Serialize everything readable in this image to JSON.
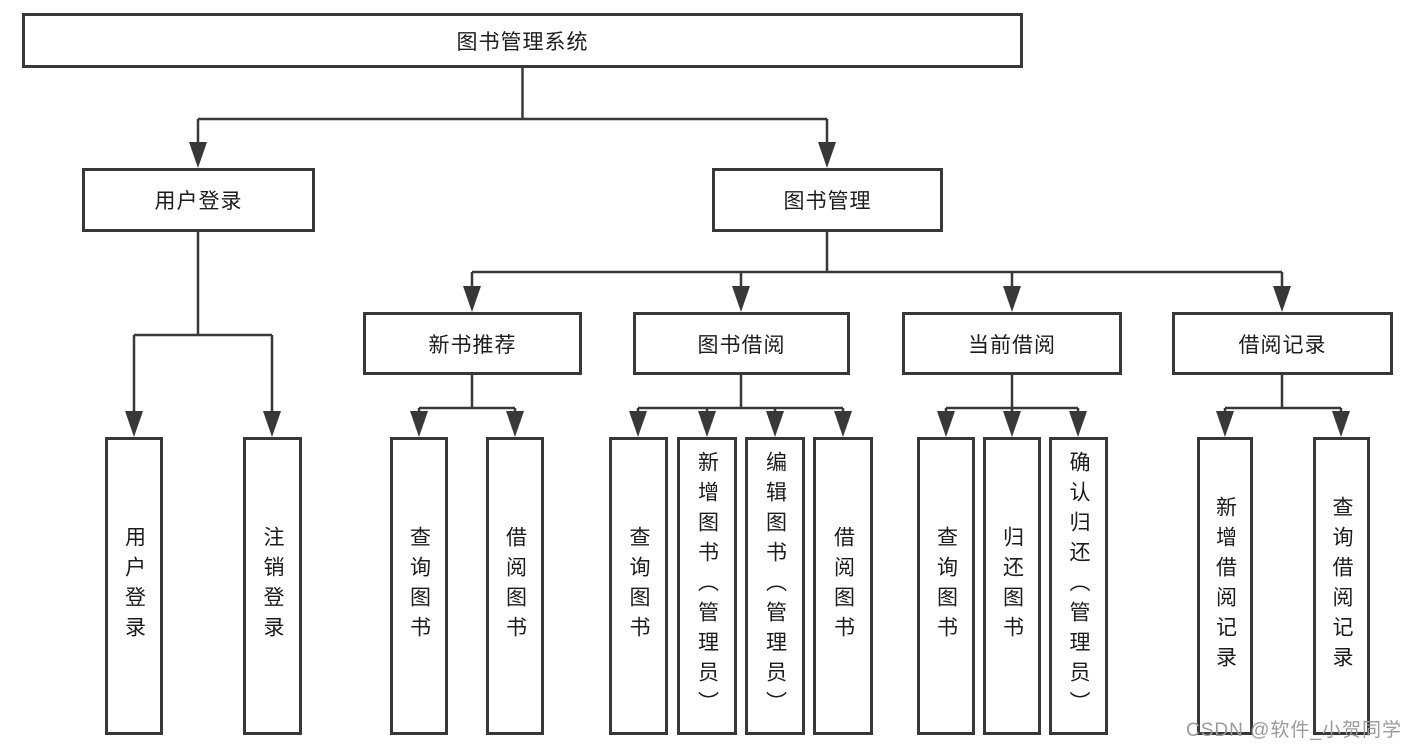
{
  "diagram": {
    "root": {
      "label": "图书管理系统"
    },
    "level2": [
      {
        "label": "用户登录"
      },
      {
        "label": "图书管理"
      }
    ],
    "level3": [
      {
        "label": "新书推荐"
      },
      {
        "label": "图书借阅"
      },
      {
        "label": "当前借阅"
      },
      {
        "label": "借阅记录"
      }
    ],
    "leaves": {
      "user_login": [
        "用户登录",
        "注销登录"
      ],
      "new_book": [
        "查询图书",
        "借阅图书"
      ],
      "book_borrow": [
        "查询图书",
        "新增图书（管理员）",
        "编辑图书（管理员）",
        "借阅图书"
      ],
      "current_borrow": [
        "查询图书",
        "归还图书",
        "确认归还（管理员）"
      ],
      "borrow_records": [
        "新增借阅记录",
        "查询借阅记录"
      ]
    },
    "watermark": "CSDN @软件_小贺同学",
    "colors": {
      "line": "#383838",
      "text": "#1c1c1c",
      "watermark": "#9b9b9b",
      "background": "#ffffff"
    }
  }
}
